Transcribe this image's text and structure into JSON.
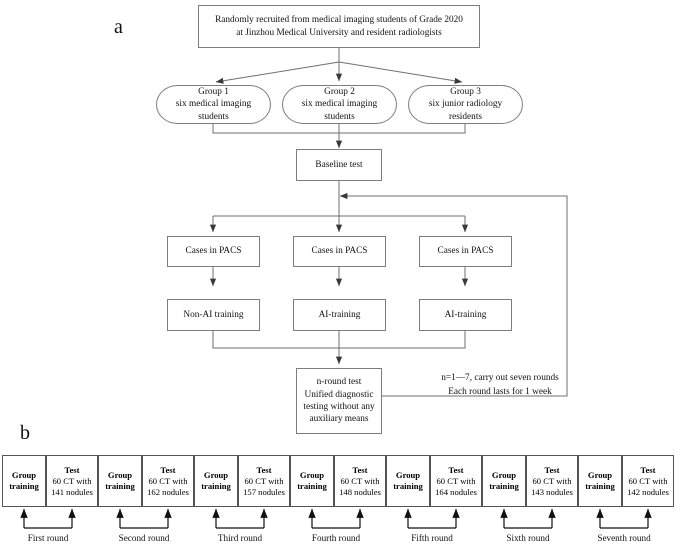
{
  "panels": {
    "a_label": "a",
    "b_label": "b"
  },
  "flowchart": {
    "recruitment": "Randomly recruited from medical imaging students of Grade 2020\nat Jinzhou Medical University and resident radiologists",
    "groups": [
      {
        "name": "group-1",
        "text": "Group 1\nsix  medical imaging\nstudents"
      },
      {
        "name": "group-2",
        "text": "Group 2\nsix medical imaging\nstudents"
      },
      {
        "name": "group-3",
        "text": "Group 3\nsix junior radiology\nresidents"
      }
    ],
    "baseline": "Baseline test",
    "cases": [
      {
        "name": "cases-pacs-1",
        "text": "Cases in PACS"
      },
      {
        "name": "cases-pacs-2",
        "text": "Cases in PACS"
      },
      {
        "name": "cases-pacs-3",
        "text": "Cases in PACS"
      }
    ],
    "training": [
      {
        "name": "non-ai-training",
        "text": "Non-AI training"
      },
      {
        "name": "ai-training-2",
        "text": "AI-training"
      },
      {
        "name": "ai-training-3",
        "text": "AI-training"
      }
    ],
    "nround": "n-round test\nUnified diagnostic\ntesting without any\nauxiliary means",
    "loop_note": "n=1—7, carry out seven rounds\nEach round lasts for 1 week"
  },
  "timeline": {
    "training_label": "Group\ntraining",
    "test_title": "Test",
    "rounds": [
      {
        "round_label": "First round",
        "test_text": "Test\n60 CT with\n141 nodules",
        "nodules": 141
      },
      {
        "round_label": "Second round",
        "test_text": "Test\n60 CT with\n162 nodules",
        "nodules": 162
      },
      {
        "round_label": "Third round",
        "test_text": "Test\n60 CT with\n157 nodules",
        "nodules": 157
      },
      {
        "round_label": "Fourth round",
        "test_text": "Test\n60 CT with\n148 nodules",
        "nodules": 148
      },
      {
        "round_label": "Fifth round",
        "test_text": "Test\n60 CT with\n164 nodules",
        "nodules": 164
      },
      {
        "round_label": "Sixth round",
        "test_text": "Test\n60 CT with\n143 nodules",
        "nodules": 143
      },
      {
        "round_label": "Seventh round",
        "test_text": "Test\n60 CT with\n142 nodules",
        "nodules": 142
      }
    ]
  },
  "colors": {
    "box_border": "#7d7d7d",
    "line": "#6f6f6f",
    "text": "#111111"
  }
}
